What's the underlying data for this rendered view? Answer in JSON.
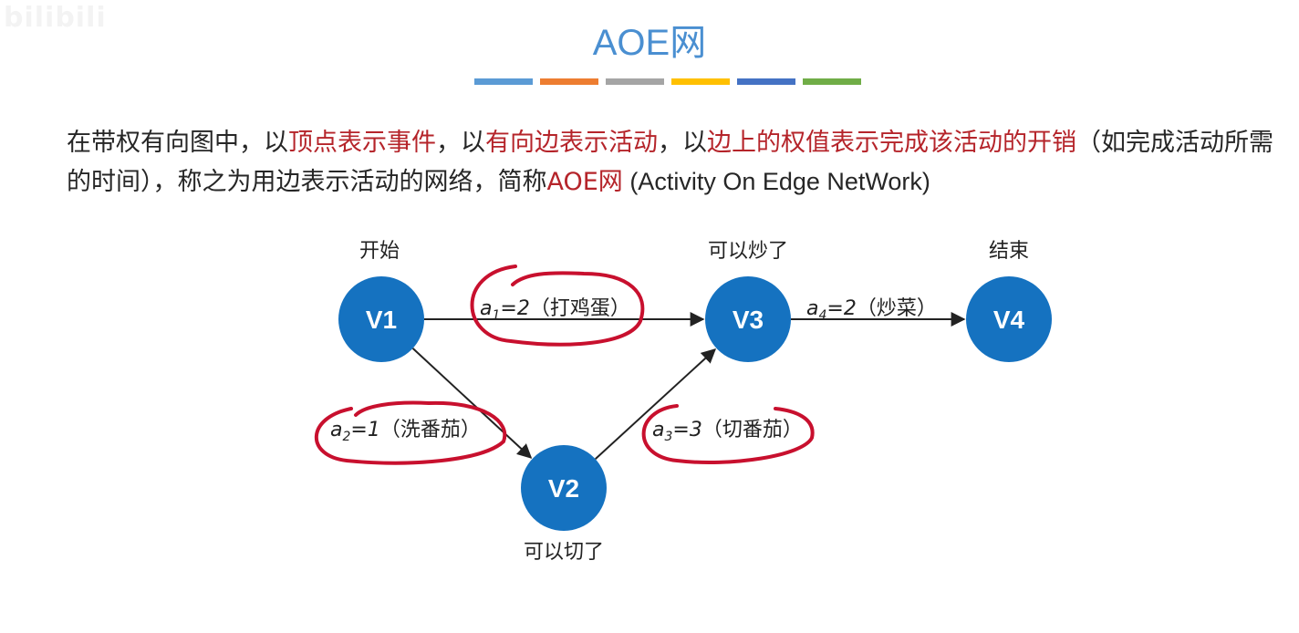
{
  "watermark": "bilibili",
  "title": "AOE网",
  "accent_colors": [
    "#5b9bd5",
    "#ed7d31",
    "#a5a5a5",
    "#ffc000",
    "#4472c4",
    "#70ad47"
  ],
  "description": {
    "segments": [
      {
        "text": "在带权有向图中，以",
        "highlight": false
      },
      {
        "text": "顶点表示事件",
        "highlight": true
      },
      {
        "text": "，以",
        "highlight": false
      },
      {
        "text": "有向边表示活动",
        "highlight": true
      },
      {
        "text": "，以",
        "highlight": false
      },
      {
        "text": "边上的权值表示完成该活动的开销",
        "highlight": true
      },
      {
        "text": "（如完成活动所需的时间），称之为用边表示活动的网络，简称",
        "highlight": false
      },
      {
        "text": "AOE网",
        "highlight": true
      },
      {
        "text": " (Activity On Edge NetWork)",
        "highlight": false
      }
    ]
  },
  "graph": {
    "nodes": [
      {
        "id": "V1",
        "label": "V1",
        "caption": "开始"
      },
      {
        "id": "V2",
        "label": "V2",
        "caption": "可以切了"
      },
      {
        "id": "V3",
        "label": "V3",
        "caption": "可以炒了"
      },
      {
        "id": "V4",
        "label": "V4",
        "caption": "结束"
      }
    ],
    "edges": [
      {
        "from": "V1",
        "to": "V3",
        "symbol": "a",
        "sub": "1",
        "weight": "2",
        "activity": "（打鸡蛋）",
        "circled": true
      },
      {
        "from": "V1",
        "to": "V2",
        "symbol": "a",
        "sub": "2",
        "weight": "1",
        "activity": "（洗番茄）",
        "circled": true
      },
      {
        "from": "V2",
        "to": "V3",
        "symbol": "a",
        "sub": "3",
        "weight": "3",
        "activity": "（切番茄）",
        "circled": true
      },
      {
        "from": "V3",
        "to": "V4",
        "symbol": "a",
        "sub": "4",
        "weight": "2",
        "activity": "（炒菜）",
        "circled": false
      }
    ]
  },
  "colors": {
    "node_fill": "#1572c0",
    "node_text": "#ffffff",
    "highlight_text": "#b5242a",
    "title_text": "#4a8fd1",
    "annotation_red": "#c8102e"
  }
}
